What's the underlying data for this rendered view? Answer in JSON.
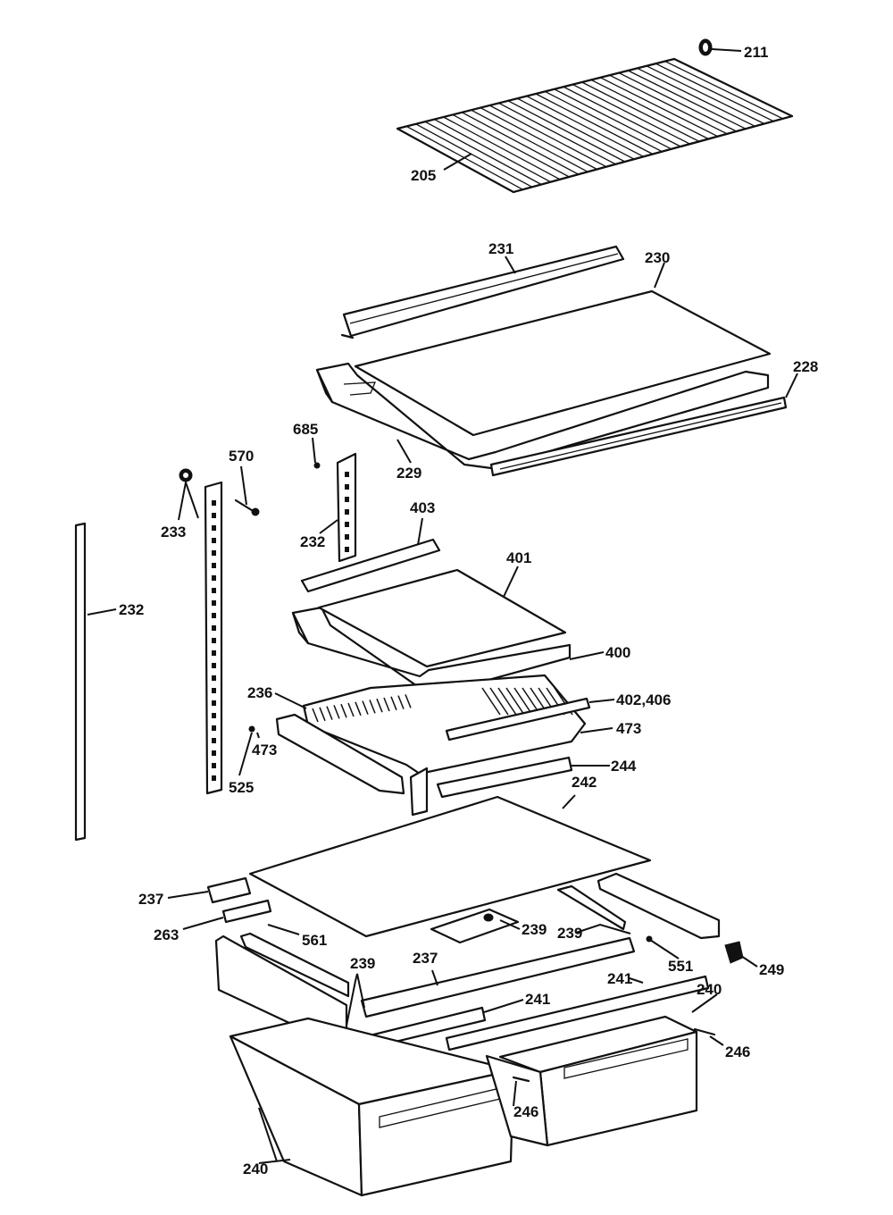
{
  "callouts": [
    {
      "id": "c211",
      "text": "211"
    },
    {
      "id": "c205",
      "text": "205"
    },
    {
      "id": "c231",
      "text": "231"
    },
    {
      "id": "c230",
      "text": "230"
    },
    {
      "id": "c228",
      "text": "228"
    },
    {
      "id": "c229",
      "text": "229"
    },
    {
      "id": "c685",
      "text": "685"
    },
    {
      "id": "c570",
      "text": "570"
    },
    {
      "id": "c233",
      "text": "233"
    },
    {
      "id": "c232a",
      "text": "232"
    },
    {
      "id": "c232b",
      "text": "232"
    },
    {
      "id": "c403",
      "text": "403"
    },
    {
      "id": "c401",
      "text": "401"
    },
    {
      "id": "c400",
      "text": "400"
    },
    {
      "id": "c236",
      "text": "236"
    },
    {
      "id": "c402",
      "text": "402,406"
    },
    {
      "id": "c473a",
      "text": "473"
    },
    {
      "id": "c473b",
      "text": "473"
    },
    {
      "id": "c525",
      "text": "525"
    },
    {
      "id": "c244",
      "text": "244"
    },
    {
      "id": "c242",
      "text": "242"
    },
    {
      "id": "c237a",
      "text": "237"
    },
    {
      "id": "c263",
      "text": "263"
    },
    {
      "id": "c561",
      "text": "561"
    },
    {
      "id": "c239a",
      "text": "239"
    },
    {
      "id": "c239b",
      "text": "239"
    },
    {
      "id": "c239c",
      "text": "239"
    },
    {
      "id": "c237b",
      "text": "237"
    },
    {
      "id": "c551",
      "text": "551"
    },
    {
      "id": "c249",
      "text": "249"
    },
    {
      "id": "c241a",
      "text": "241"
    },
    {
      "id": "c241b",
      "text": "241"
    },
    {
      "id": "c240a",
      "text": "240"
    },
    {
      "id": "c240b",
      "text": "240"
    },
    {
      "id": "c246a",
      "text": "246"
    },
    {
      "id": "c246b",
      "text": "246"
    }
  ]
}
